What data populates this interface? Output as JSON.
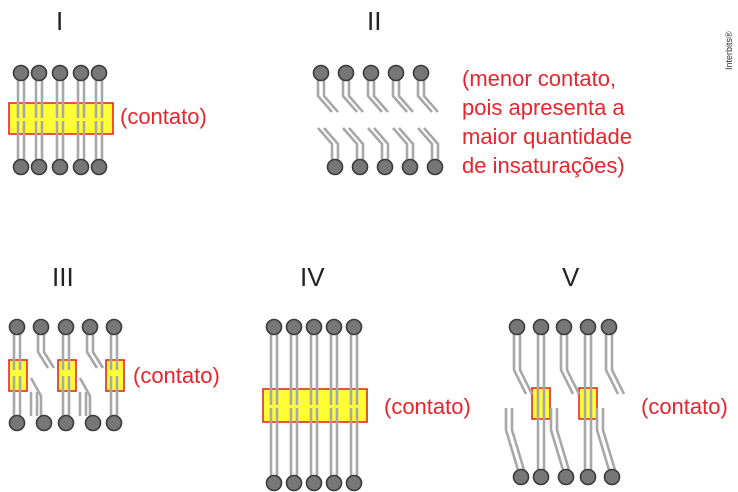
{
  "diagram": {
    "credit": "Interbits®",
    "colors": {
      "head": "#777777",
      "head_stroke": "#3a3a3a",
      "tail": "#a8a8a8",
      "contact_fill": "#ffff33",
      "contact_stroke": "#e8242c",
      "annotation": "#e8242c",
      "roman": "#222222"
    },
    "panels": [
      {
        "id": "I",
        "roman": "I",
        "annotation": "(contato)",
        "chains": "saturated, two layers, one contact zone"
      },
      {
        "id": "II",
        "roman": "II",
        "annotation_lines": [
          "(menor contato,",
          "pois apresenta a",
          "maior quantidade",
          "de insaturações)"
        ],
        "chains": "kinked, two layers, no contact zone"
      },
      {
        "id": "III",
        "roman": "III",
        "annotation": "(contato)",
        "chains": "mixed, three small contact zones"
      },
      {
        "id": "IV",
        "roman": "IV",
        "annotation": "(contato)",
        "chains": "saturated, long, one wide contact zone"
      },
      {
        "id": "V",
        "roman": "V",
        "annotation": "(contato)",
        "chains": "mixed, two small contact zones"
      }
    ]
  }
}
